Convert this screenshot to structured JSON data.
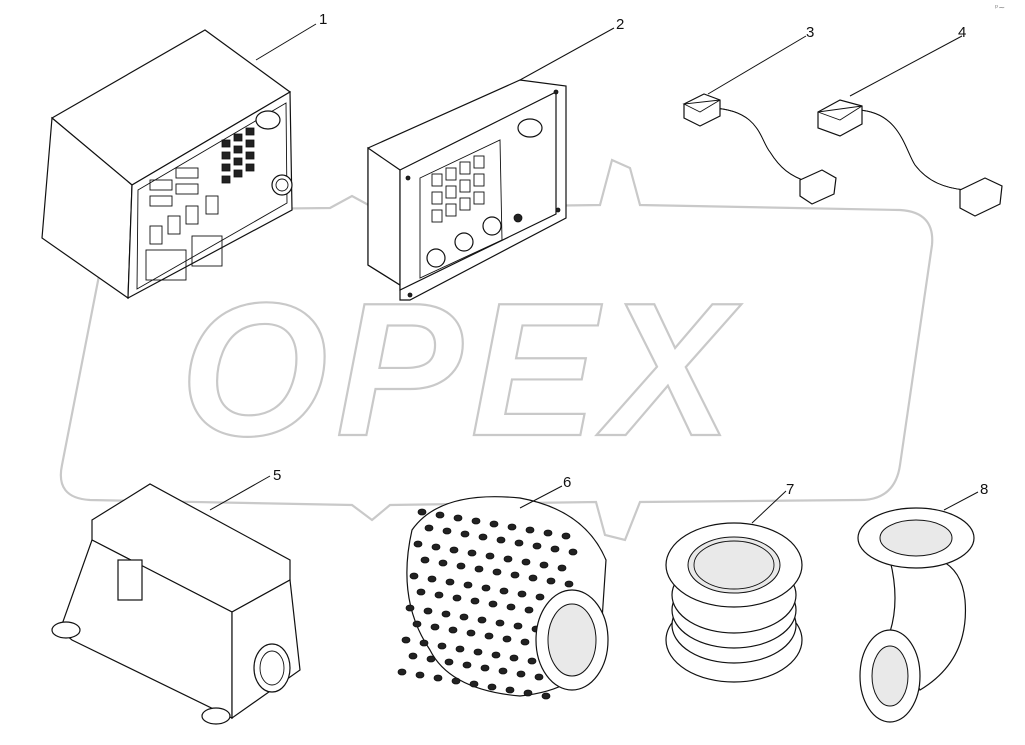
{
  "watermark": {
    "text": "OPEX"
  },
  "corner_mark": "ᵖ~",
  "callouts": [
    {
      "id": "1",
      "label": "1",
      "part": "electronic-control-box"
    },
    {
      "id": "2",
      "label": "2",
      "part": "control-panel"
    },
    {
      "id": "3",
      "label": "3",
      "part": "connecting-cable"
    },
    {
      "id": "4",
      "label": "4",
      "part": "connecting-cable"
    },
    {
      "id": "5",
      "label": "5",
      "part": "connector-housing"
    },
    {
      "id": "6",
      "label": "6",
      "part": "perforated-filter-element"
    },
    {
      "id": "7",
      "label": "7",
      "part": "flexible-compensator"
    },
    {
      "id": "8",
      "label": "8",
      "part": "flanged-elbow"
    }
  ]
}
